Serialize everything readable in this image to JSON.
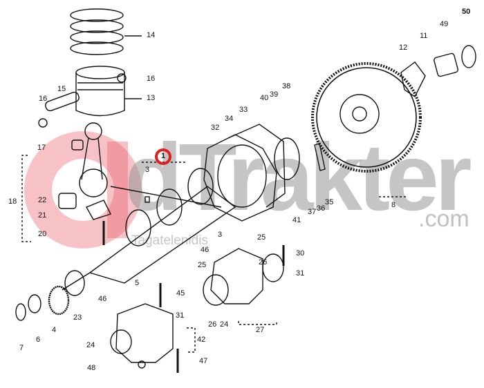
{
  "watermark": {
    "brand": "dTrakter",
    "domain": ".com",
    "subtitle": "Tagatelenidis",
    "accent": "#e8505b"
  },
  "highlighted_part": "1",
  "parts": {
    "p14": "14",
    "p16a": "16",
    "p16b": "16",
    "p15": "15",
    "p13": "13",
    "p17": "17",
    "p1": "1",
    "p3a": "3",
    "p22": "22",
    "p18": "18",
    "p21": "21",
    "p20": "20",
    "p32": "32",
    "p34": "34",
    "p33": "33",
    "p40": "40",
    "p39": "39",
    "p38": "38",
    "p12": "12",
    "p11": "11",
    "p49": "49",
    "p50": "50",
    "p8": "8",
    "p35": "35",
    "p36": "36",
    "p37": "37",
    "p41": "41",
    "p3b": "3",
    "p46a": "46",
    "p25a": "25",
    "p30": "30",
    "p26a": "26",
    "p31a": "31",
    "p25b": "25",
    "p5": "5",
    "p45": "45",
    "p46b": "46",
    "p31b": "31",
    "p26b": "26",
    "p24a": "24",
    "p27": "27",
    "p23": "23",
    "p4": "4",
    "p6": "6",
    "p7": "7",
    "p24b": "24",
    "p42": "42",
    "p48": "48",
    "p47": "47"
  }
}
